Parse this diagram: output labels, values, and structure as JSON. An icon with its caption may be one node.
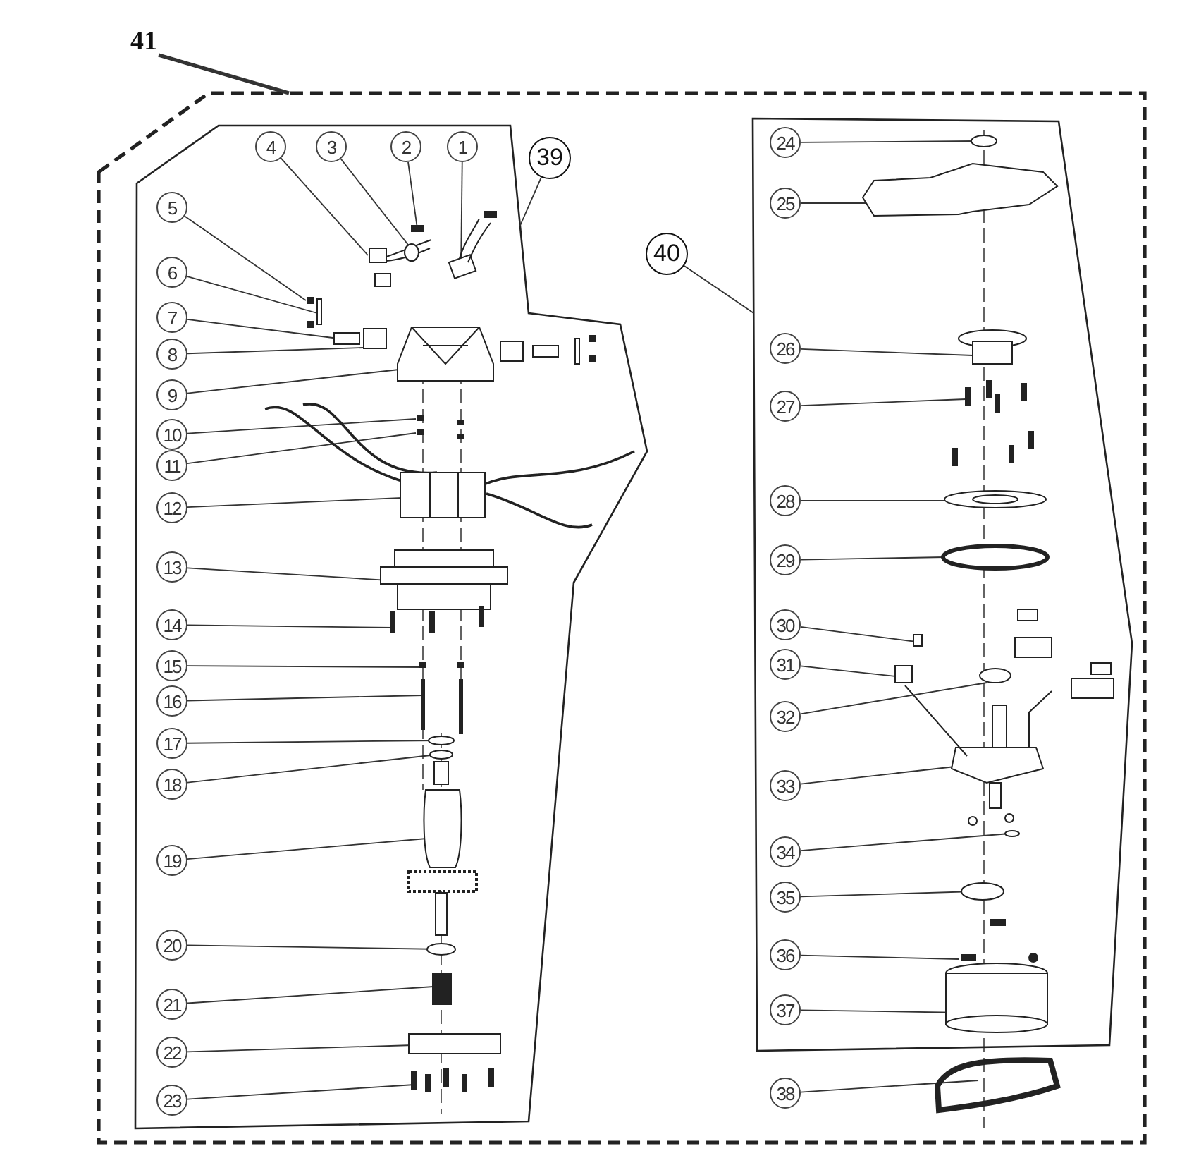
{
  "diagram": {
    "nodes": [
      {
        "text": [],
        "shape": "box"
      },
      {
        "text": [],
        "shape": "box",
        "in": 0
      },
      {
        "text": [],
        "shape": "box",
        "in": 0
      },
      {
        "text": [
          "1"
        ],
        "in": 1
      },
      {
        "text": [
          "2"
        ],
        "in": 1
      },
      {
        "text": [
          "3"
        ],
        "in": 1
      },
      {
        "text": [
          "4"
        ],
        "in": 1
      },
      {
        "text": [
          "5"
        ],
        "in": 1
      },
      {
        "text": [
          "6"
        ],
        "in": 1
      },
      {
        "text": [
          "7"
        ],
        "in": 1
      },
      {
        "text": [
          "8"
        ],
        "in": 1
      },
      {
        "text": [
          "9"
        ],
        "in": 1
      },
      {
        "text": [
          "10"
        ],
        "in": 1
      },
      {
        "text": [
          "11"
        ],
        "in": 1
      },
      {
        "text": [
          "12"
        ],
        "in": 1
      },
      {
        "text": [
          "13"
        ],
        "in": 1
      },
      {
        "text": [
          "14"
        ],
        "in": 1
      },
      {
        "text": [
          "15"
        ],
        "in": 1
      },
      {
        "text": [
          "16"
        ],
        "in": 1
      },
      {
        "text": [
          "17"
        ],
        "in": 1
      },
      {
        "text": [
          "18"
        ],
        "in": 1
      },
      {
        "text": [
          "19"
        ],
        "in": 1
      },
      {
        "text": [
          "20"
        ],
        "in": 1
      },
      {
        "text": [
          "21"
        ],
        "in": 1
      },
      {
        "text": [
          "22"
        ],
        "in": 1
      },
      {
        "text": [
          "23"
        ],
        "in": 1
      },
      {
        "text": [
          "24"
        ],
        "in": 2
      },
      {
        "text": [
          "25"
        ],
        "in": 2
      },
      {
        "text": [
          "26"
        ],
        "in": 2
      },
      {
        "text": [
          "27"
        ],
        "in": 2
      },
      {
        "text": [
          "28"
        ],
        "in": 2
      },
      {
        "text": [
          "29"
        ],
        "in": 2
      },
      {
        "text": [
          "30"
        ],
        "in": 2
      },
      {
        "text": [
          "31"
        ],
        "in": 2
      },
      {
        "text": [
          "32"
        ],
        "in": 2
      },
      {
        "text": [
          "33"
        ],
        "in": 2
      },
      {
        "text": [
          "34"
        ],
        "in": 2
      },
      {
        "text": [
          "35"
        ],
        "in": 2
      },
      {
        "text": [
          "36"
        ],
        "in": 2
      },
      {
        "text": [
          "37"
        ],
        "in": 2
      },
      {
        "text": [
          "38"
        ],
        "in": 0
      },
      {
        "text": [
          "39"
        ],
        "in": 0
      },
      {
        "text": [
          "40"
        ],
        "in": 0
      },
      {
        "text": [
          "41"
        ]
      }
    ],
    "edges": [
      {
        "from": 3,
        "to": null,
        "arrow": "none"
      },
      {
        "from": 4,
        "to": null,
        "arrow": "none"
      },
      {
        "from": 5,
        "to": null,
        "arrow": "none"
      },
      {
        "from": 6,
        "to": null,
        "arrow": "none"
      },
      {
        "from": 7,
        "to": null,
        "arrow": "none"
      },
      {
        "from": 8,
        "to": null,
        "arrow": "none"
      },
      {
        "from": 9,
        "to": null,
        "arrow": "none"
      },
      {
        "from": 10,
        "to": null,
        "arrow": "none"
      },
      {
        "from": 11,
        "to": null,
        "arrow": "none"
      },
      {
        "from": 12,
        "to": null,
        "arrow": "none"
      },
      {
        "from": 13,
        "to": null,
        "arrow": "none"
      },
      {
        "from": 14,
        "to": null,
        "arrow": "none"
      },
      {
        "from": 15,
        "to": null,
        "arrow": "none"
      },
      {
        "from": 16,
        "to": null,
        "arrow": "none"
      },
      {
        "from": 17,
        "to": null,
        "arrow": "none"
      },
      {
        "from": 18,
        "to": null,
        "arrow": "none"
      },
      {
        "from": 19,
        "to": null,
        "arrow": "none"
      },
      {
        "from": 20,
        "to": null,
        "arrow": "none"
      },
      {
        "from": 21,
        "to": null,
        "arrow": "none"
      },
      {
        "from": 22,
        "to": null,
        "arrow": "none"
      },
      {
        "from": 23,
        "to": null,
        "arrow": "none"
      },
      {
        "from": 24,
        "to": null,
        "arrow": "none"
      },
      {
        "from": 25,
        "to": null,
        "arrow": "none"
      },
      {
        "from": 26,
        "to": null,
        "arrow": "none"
      },
      {
        "from": 27,
        "to": null,
        "arrow": "none"
      },
      {
        "from": 28,
        "to": null,
        "arrow": "none"
      },
      {
        "from": 29,
        "to": null,
        "arrow": "none"
      },
      {
        "from": 30,
        "to": null,
        "arrow": "none"
      },
      {
        "from": 31,
        "to": null,
        "arrow": "none"
      },
      {
        "from": 32,
        "to": null,
        "arrow": "none"
      },
      {
        "from": 33,
        "to": null,
        "arrow": "none"
      },
      {
        "from": 34,
        "to": null,
        "arrow": "none"
      },
      {
        "from": 35,
        "to": null,
        "arrow": "none"
      },
      {
        "from": 36,
        "to": null,
        "arrow": "none"
      },
      {
        "from": 37,
        "to": null,
        "arrow": "none"
      },
      {
        "from": 38,
        "to": null,
        "arrow": "none"
      },
      {
        "from": 39,
        "to": null,
        "arrow": "none"
      },
      {
        "from": 40,
        "to": null,
        "arrow": "none"
      },
      {
        "from": 41,
        "to": 1,
        "arrow": "none"
      },
      {
        "from": 42,
        "to": 2,
        "arrow": "none"
      },
      {
        "from": 43,
        "to": 0,
        "arrow": "none",
        "style": "thick"
      }
    ]
  }
}
